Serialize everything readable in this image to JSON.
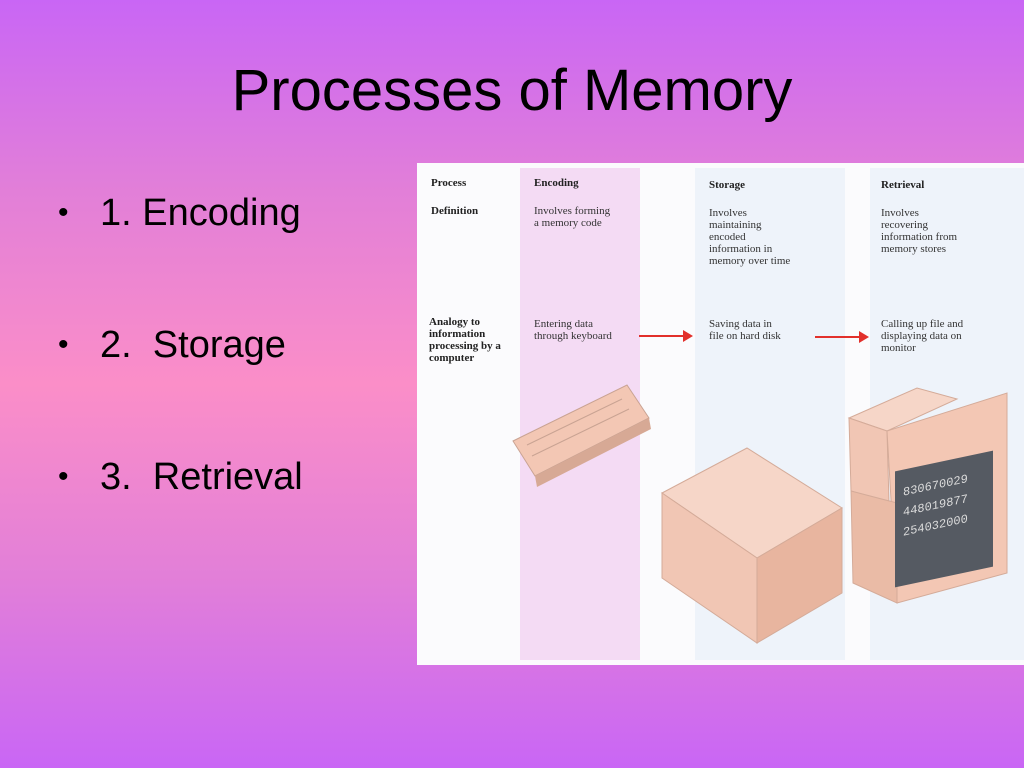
{
  "slide": {
    "title": "Processes of Memory",
    "bullets": [
      "1. Encoding",
      "2.  Storage",
      "3.  Retrieval"
    ]
  },
  "figure": {
    "row_labels": {
      "process": "Process",
      "definition": "Definition",
      "analogy": "Analogy to information processing by a computer"
    },
    "columns": [
      {
        "name": "Encoding",
        "definition": "Involves forming a memory code",
        "analogy": "Entering data through keyboard"
      },
      {
        "name": "Storage",
        "definition": "Involves maintaining encoded information in memory over time",
        "analogy": "Saving data in file on hard disk"
      },
      {
        "name": "Retrieval",
        "definition": "Involves recovering information from memory stores",
        "analogy": "Calling up file and displaying data on monitor"
      }
    ],
    "screen_digits": [
      "830670029",
      "448019877",
      "254032000"
    ],
    "colors": {
      "arrow": "#e2302b",
      "device": "#f3c7b4",
      "encoding_band": "#f4dbf4"
    }
  }
}
